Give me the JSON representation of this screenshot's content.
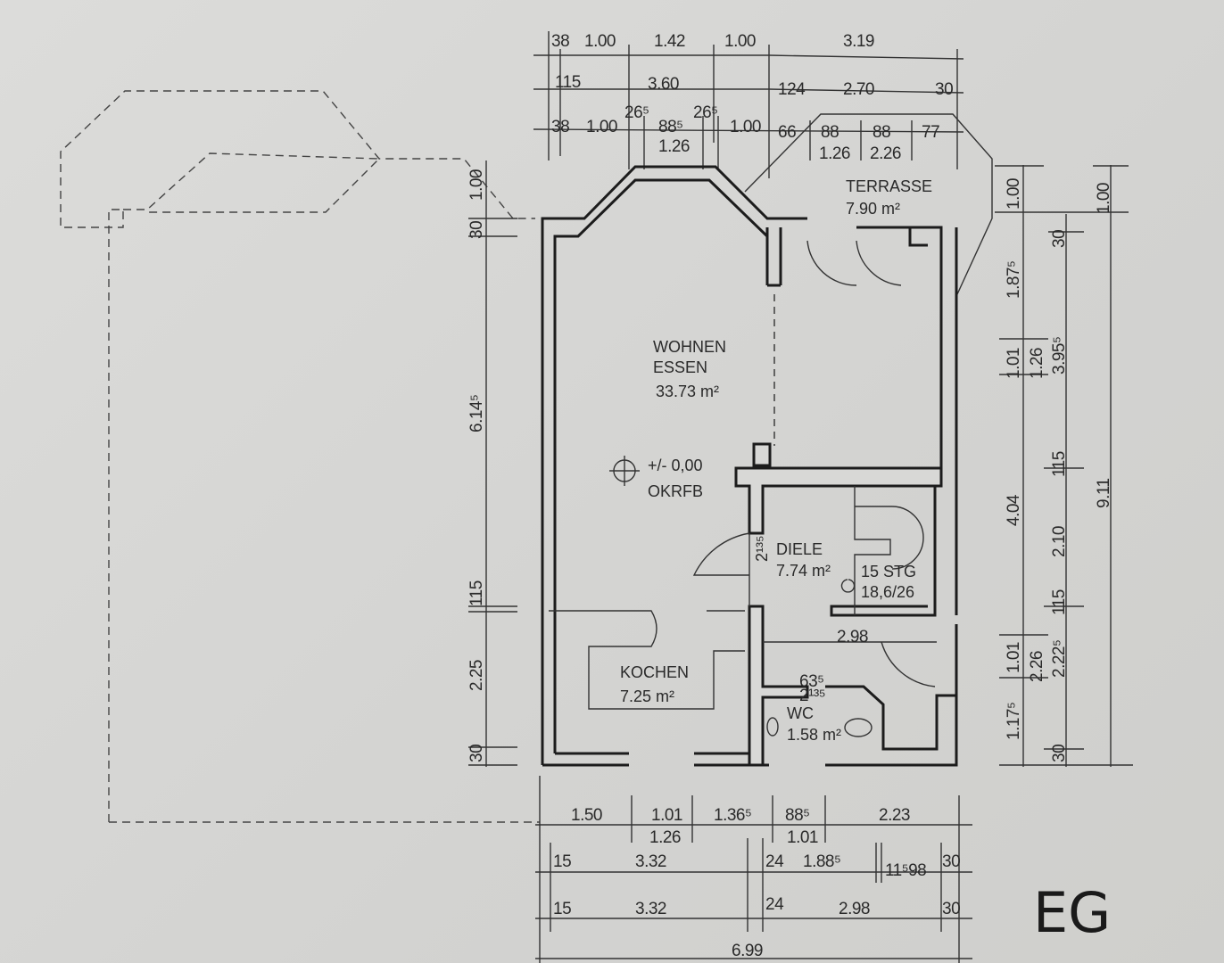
{
  "title": "EG",
  "rooms": {
    "wohnen": {
      "name1": "WOHNEN",
      "name2": "ESSEN",
      "area": "33.73 m²"
    },
    "terrasse": {
      "name": "TERRASSE",
      "area": "7.90 m²"
    },
    "diele": {
      "name": "DIELE",
      "area": "7.74 m²",
      "door": "2¹³⁵"
    },
    "stairs": {
      "steps": "15 STG",
      "ratio": "18,6/26"
    },
    "kochen": {
      "name": "KOCHEN",
      "area": "7.25 m²"
    },
    "wc": {
      "name": "WC",
      "area": "1.58 m²",
      "door_w": "63⁵",
      "door_h": "2¹³⁵"
    }
  },
  "level": {
    "value": "+/- 0,00",
    "ref": "OKRFB"
  },
  "inner_dim": "2.98",
  "dims": {
    "top1": [
      "38",
      "1.00",
      "1.42",
      "1.00",
      "3.19"
    ],
    "top2": [
      "115",
      "3.60",
      "124",
      "2.70",
      "30"
    ],
    "top3": [
      "38",
      "1.00",
      "26⁵",
      "88⁵",
      "26⁵",
      "1.00",
      "66",
      "88",
      "88",
      "77"
    ],
    "top3b": [
      "1.26",
      "1.26",
      "2.26"
    ],
    "bot1": [
      "1.50",
      "1.01",
      "1.36⁵",
      "88⁵",
      "2.23"
    ],
    "bot1b": [
      "1.26",
      "1.01"
    ],
    "bot2": [
      "15",
      "3.32",
      "24",
      "1.88⁵",
      "11⁵98",
      "30"
    ],
    "bot3": [
      "15",
      "3.32",
      "24",
      "2.98",
      "30"
    ],
    "total": "6.99",
    "left": [
      "1.00",
      "30",
      "6.14⁵",
      "115",
      "2.25",
      "30"
    ],
    "right1": [
      "1.00",
      "1.87⁵",
      "1.01",
      "4.04",
      "1.01",
      "1.17⁵"
    ],
    "right2": [
      "1.26",
      "2.26"
    ],
    "right3": [
      "30",
      "3.95⁵",
      "115",
      "2.10",
      "115",
      "2.22⁵",
      "30"
    ],
    "right4": [
      "1.00",
      "9.11"
    ]
  }
}
